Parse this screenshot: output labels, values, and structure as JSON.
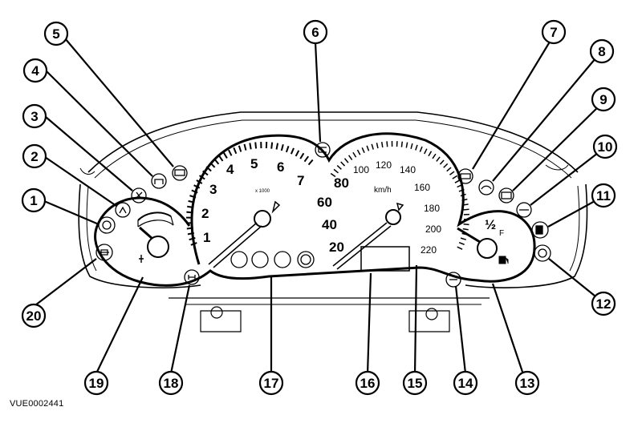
{
  "reference_code": "VUE0002441",
  "tachometer": {
    "scale_labels": [
      "1",
      "2",
      "3",
      "4",
      "5",
      "6",
      "7"
    ],
    "multiplier_label": "x 1000"
  },
  "speedometer": {
    "unit": "km/h",
    "major_labels": [
      "20",
      "40",
      "60",
      "80"
    ],
    "minor_labels": [
      "100",
      "120",
      "140",
      "160",
      "180",
      "200",
      "220"
    ]
  },
  "fuel_gauge": {
    "half_mark": "½",
    "full_mark": "F"
  },
  "callouts": [
    "1",
    "2",
    "3",
    "4",
    "5",
    "6",
    "7",
    "8",
    "9",
    "10",
    "11",
    "12",
    "13",
    "14",
    "15",
    "16",
    "17",
    "18",
    "19",
    "20"
  ]
}
